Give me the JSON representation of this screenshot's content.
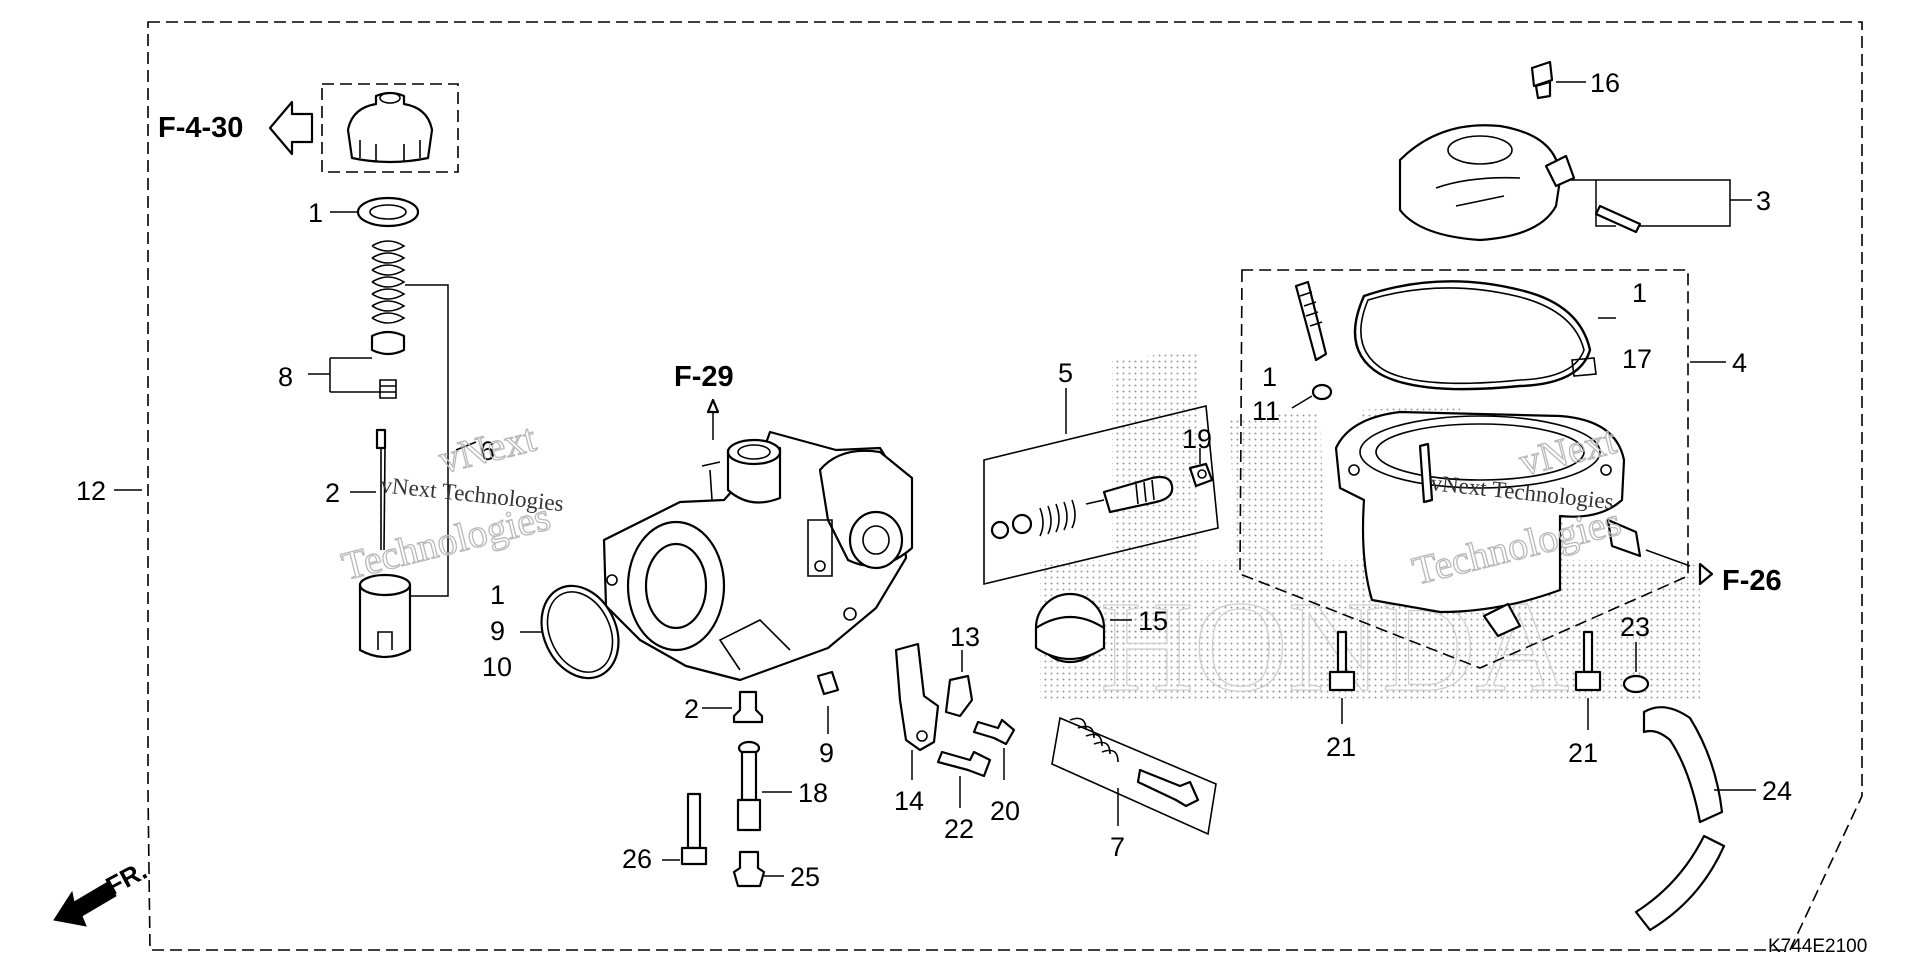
{
  "diagram": {
    "references": {
      "f4_30": "F-4-30",
      "f29": "F-29",
      "f26": "F-26"
    },
    "direction_label": "FR.",
    "diagram_code": "K744E2100",
    "watermark": {
      "line1": "vNext",
      "line2": "Technologies",
      "small": "vNext Technologies"
    },
    "brand_watermark": "HONDA",
    "callouts": {
      "c1a": "1",
      "c2a": "2",
      "c6": "6",
      "c8": "8",
      "c12": "12",
      "c1b": "1",
      "c9a": "9",
      "c10": "10",
      "c2b": "2",
      "c9b": "9",
      "c18": "18",
      "c26": "26",
      "c25": "25",
      "c13": "13",
      "c14": "14",
      "c22": "22",
      "c20": "20",
      "c5": "5",
      "c19": "19",
      "c15": "15",
      "c7": "7",
      "c16": "16",
      "c3": "3",
      "c4": "4",
      "c1c": "1",
      "c17": "17",
      "c1d": "1",
      "c11": "11",
      "c21a": "21",
      "c21b": "21",
      "c23": "23",
      "c24": "24"
    }
  }
}
